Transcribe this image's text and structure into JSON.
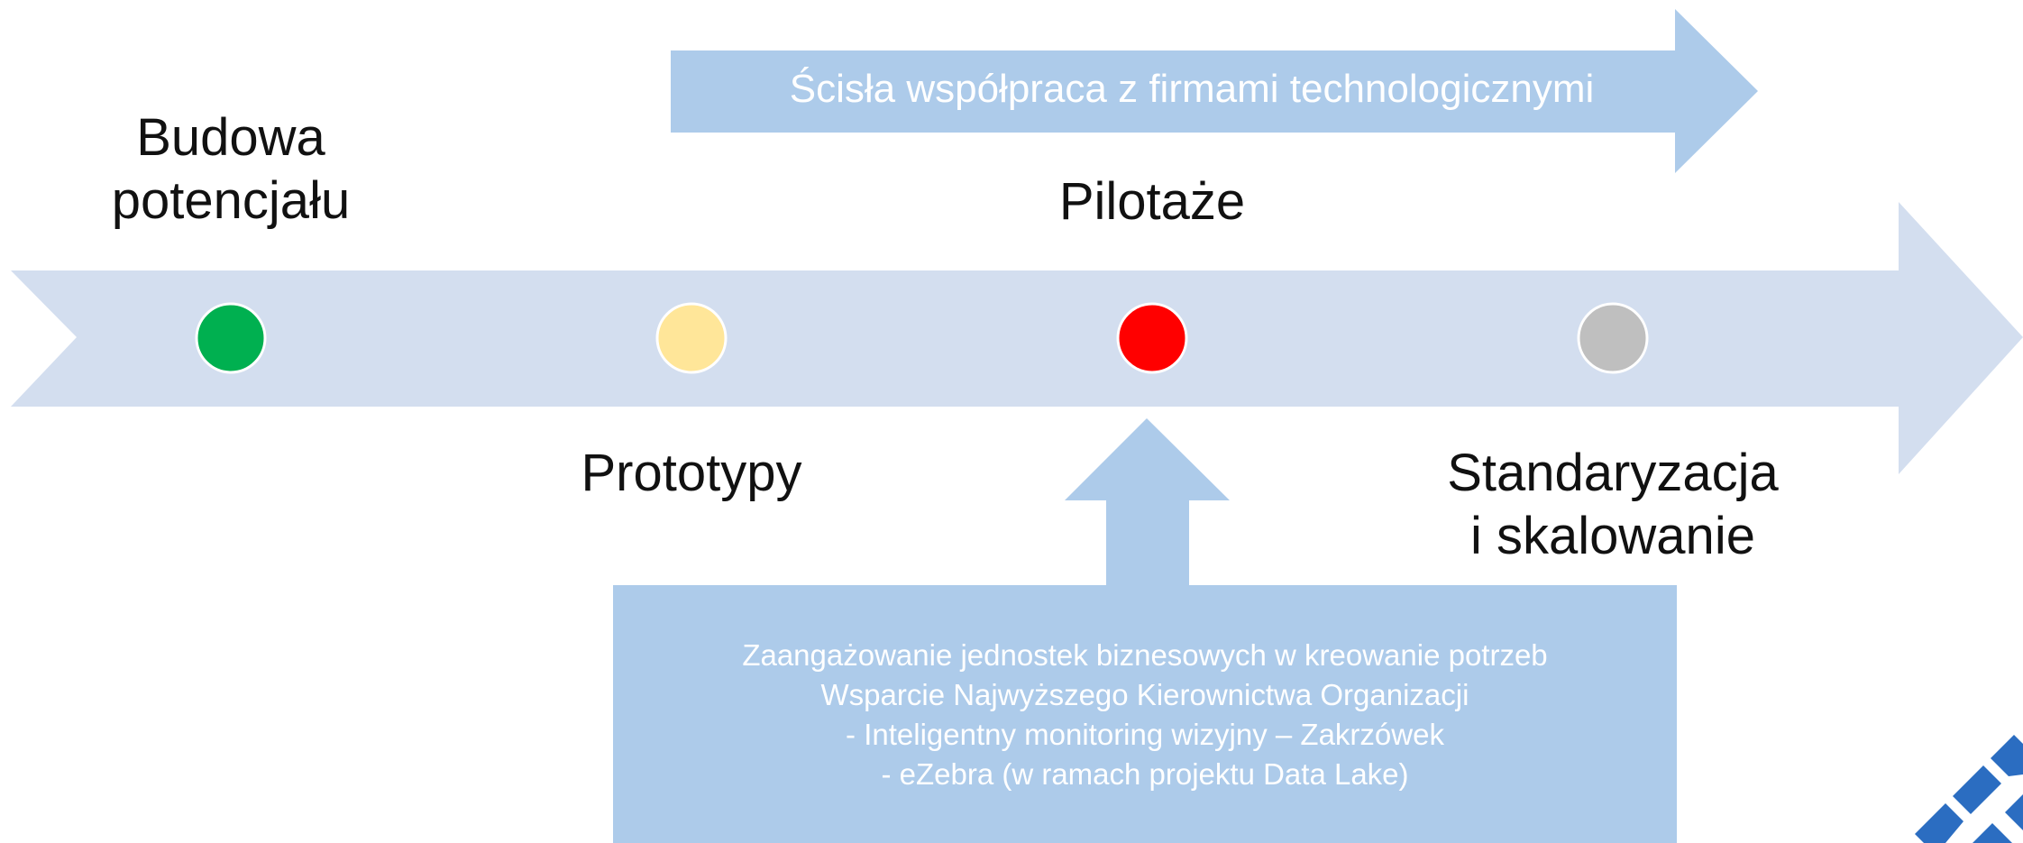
{
  "top_banner": {
    "text": "Ścisła współpraca z firmami technologicznymi"
  },
  "stages": [
    {
      "label_lines": [
        "Budowa",
        "potencjału"
      ],
      "color": "#00B050"
    },
    {
      "label_lines": [
        "Prototypy"
      ],
      "color": "#FFE699"
    },
    {
      "label_lines": [
        "Pilotaże"
      ],
      "color": "#FF0000"
    },
    {
      "label_lines": [
        "Standaryzacja",
        "i skalowanie"
      ],
      "color": "#BFBFBF"
    }
  ],
  "support_box": {
    "lines": [
      "Zaangażowanie jednostek biznesowych w kreowanie potrzeb",
      "Wsparcie Najwyższego Kierownictwa Organizacji",
      "- Inteligentny monitoring wizyjny – Zakrzówek",
      "- eZebra (w ramach projektu Data Lake)"
    ]
  },
  "colors": {
    "timeline_arrow": "#D3DEEF",
    "accent_blue": "#ADCBEA",
    "logo_blue": "#2B6DC1"
  }
}
